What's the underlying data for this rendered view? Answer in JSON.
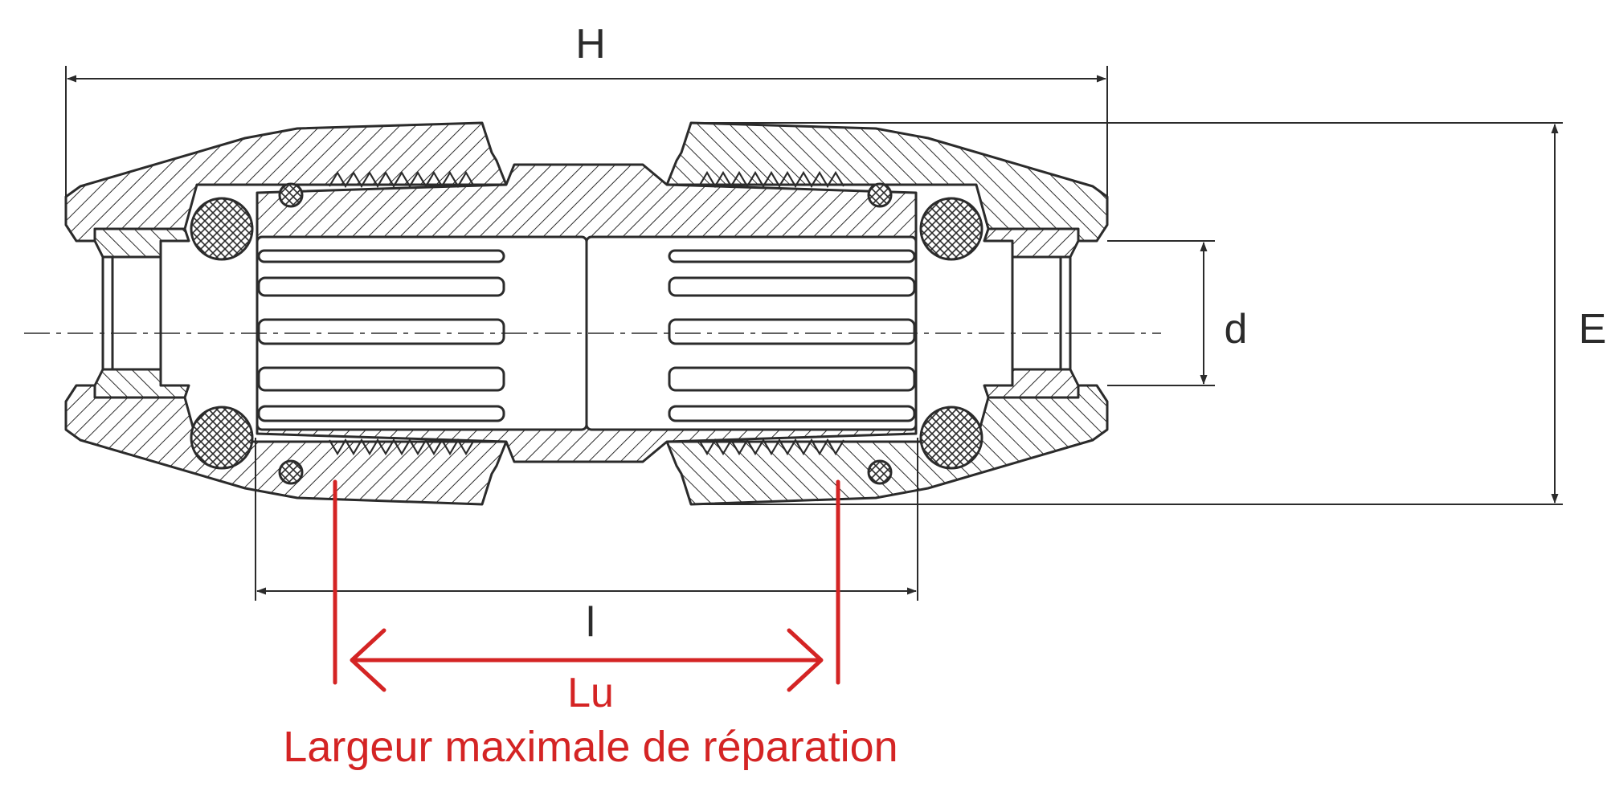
{
  "labels": {
    "overall_length": "H",
    "outer_diameter": "E",
    "pipe_diameter": "d",
    "insertion_length": "l",
    "usable_length": "Lu",
    "usable_length_caption": "Largeur maximale de réparation"
  },
  "colors": {
    "line": "#2b2b2b",
    "accent": "#d42424",
    "background": "#ffffff"
  }
}
